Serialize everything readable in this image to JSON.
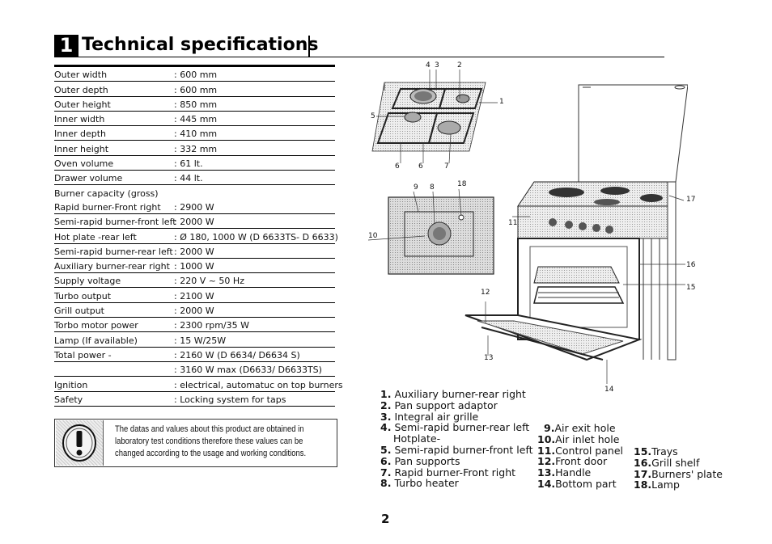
{
  "section": {
    "number": "1",
    "title": "Technical specifications"
  },
  "specs": [
    {
      "label": "Outer width",
      "value": ": 600 mm"
    },
    {
      "label": "Outer depth",
      "value": ": 600 mm"
    },
    {
      "label": "Outer height",
      "value": ": 850 mm"
    },
    {
      "label": "Inner width",
      "value": ": 445 mm"
    },
    {
      "label": "Inner depth",
      "value": ": 410 mm"
    },
    {
      "label": "Inner height",
      "value": ": 332 mm"
    },
    {
      "label": "Oven volume",
      "value": ": 61 lt."
    },
    {
      "label": "Drawer volume",
      "value": ": 44 lt."
    },
    {
      "label": "Burner capacity (gross)",
      "value": ""
    },
    {
      "label": "Rapid burner-Front right",
      "value": ": 2900 W"
    },
    {
      "label": "Semi-rapid burner-front left",
      "value": ": 2000 W"
    },
    {
      "label": "Hot plate  -rear left",
      "value": ": Ø 180, 1000 W (D 6633TS- D 6633)"
    },
    {
      "label": "Semi-rapid burner-rear left",
      "value": ": 2000 W"
    },
    {
      "label": "Auxiliary burner-rear right",
      "value": ": 1000 W"
    },
    {
      "label": "Supply voltage",
      "value": ": 220 V ~ 50 Hz"
    },
    {
      "label": "Turbo output",
      "value": ": 2100 W"
    },
    {
      "label": "Grill output",
      "value": ": 2000 W"
    },
    {
      "label": "Torbo motor power",
      "value": ": 2300 rpm/35 W"
    },
    {
      "label": "Lamp  (If available)",
      "value": ": 15 W/25W"
    },
    {
      "label": "Total power -",
      "value": ": 2160 W (D 6634/ D6634 S)"
    },
    {
      "label": "",
      "value": ": 3160 W max (D6633/ D6633TS)"
    },
    {
      "label": "Ignition",
      "value": ": electrical, automatuc on top burners"
    },
    {
      "label": "Safety",
      "value": ": Locking system for taps"
    }
  ],
  "notice": {
    "icon": "exclamation-icon",
    "lines": [
      "The datas and values about this product are obtained in",
      "laboratory test conditions therefore these values can be",
      "changed according to the usage and working conditions."
    ]
  },
  "callouts": {
    "c4": "4",
    "c3": "3",
    "c2": "2",
    "c1": "1",
    "c5": "5",
    "c6a": "6",
    "c6b": "6",
    "c7": "7",
    "c9": "9",
    "c8": "8",
    "c18": "18",
    "c10": "10",
    "c11": "11",
    "c12": "12",
    "c13": "13",
    "c14": "14",
    "c15": "15",
    "c16": "16",
    "c17": "17"
  },
  "legend": [
    {
      "num": "1.",
      "text": "Auxiliary burner-rear right"
    },
    {
      "num": "2.",
      "text": "Pan support adaptor"
    },
    {
      "num": "3.",
      "text": "Integral air grille"
    },
    {
      "num": "4.",
      "text": "Semi-rapid burner-rear left"
    },
    {
      "num": "",
      "text": "Hotplate-"
    },
    {
      "num": "5.",
      "text": "Semi-rapid burner-front left"
    },
    {
      "num": "6.",
      "text": "Pan supports"
    },
    {
      "num": "7.",
      "text": "Rapid burner-Front right"
    },
    {
      "num": "8.",
      "text": "Turbo heater"
    },
    {
      "num": "9.",
      "text": "Air exit hole"
    },
    {
      "num": "10.",
      "text": "Air inlet hole"
    },
    {
      "num": "11.",
      "text": "Control panel"
    },
    {
      "num": "12.",
      "text": "Front door"
    },
    {
      "num": "13.",
      "text": "Handle"
    },
    {
      "num": "14.",
      "text": "Bottom part"
    },
    {
      "num": "15.",
      "text": "Trays"
    },
    {
      "num": "16.",
      "text": "Grill shelf"
    },
    {
      "num": "17.",
      "text": "Burners' plate"
    },
    {
      "num": "18.",
      "text": "Lamp"
    }
  ],
  "page_number": "2"
}
